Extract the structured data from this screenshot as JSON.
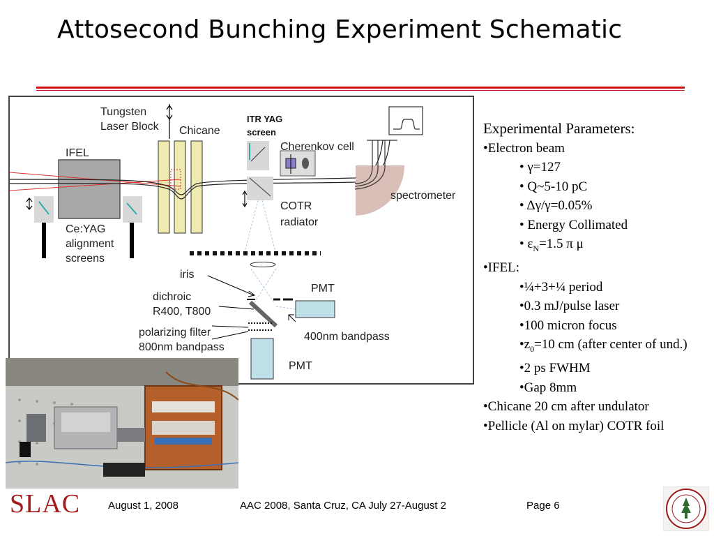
{
  "title": "Attosecond Bunching Experiment Schematic",
  "schematic": {
    "labels": {
      "tungsten_1": "Tungsten",
      "tungsten_2": "Laser Block",
      "chicane": "Chicane",
      "itr_1": "ITR YAG",
      "itr_2": "screen",
      "cherenkov": "Cherenkov cell",
      "ifel": "IFEL",
      "spectrometer": "spectrometer",
      "cotr_1": "COTR",
      "cotr_2": "radiator",
      "ceyag_1": "Ce:YAG",
      "ceyag_2": "alignment",
      "ceyag_3": "screens",
      "iris": "iris",
      "pmt_top": "PMT",
      "dichroic_1": "dichroic",
      "dichroic_2": "R400, T800",
      "polar_1": "polarizing filter",
      "polar_2": "800nm bandpass",
      "bandpass400": "400nm bandpass",
      "pmt_bottom": "PMT"
    }
  },
  "params": {
    "heading": "Experimental Parameters:",
    "electron_beam": "•Electron beam",
    "gamma": "• γ=127",
    "charge": "• Q~5-10 pC",
    "spread": "• Δγ/γ=0.05%",
    "energy": "• Energy Collimated",
    "emit_pre": "• ε",
    "emit_sub": "N",
    "emit_post": "=1.5 π μ",
    "ifel": "•IFEL:",
    "period": "•¼+3+¼ period",
    "laser": "•0.3 mJ/pulse laser",
    "focus": "•100 micron focus",
    "z0_pre": "•z",
    "z0_sub": "0",
    "z0_post": "=10 cm (after center of und.)",
    "fwhm": "•2 ps FWHM",
    "gap": "•Gap 8mm",
    "chicane": "•Chicane 20 cm after undulator",
    "pellicle": "•Pellicle (Al on mylar) COTR foil"
  },
  "footer": {
    "logo": "SLAC",
    "date": "August 1, 2008",
    "conference": "AAC 2008, Santa Cruz, CA July 27-August 2",
    "page": "Page 6"
  },
  "colors": {
    "accent_red": "#cc1111",
    "logo_red": "#a51c1c",
    "chicane_fill": "#eeeab0",
    "detector_fill": "#bfe0e8"
  }
}
